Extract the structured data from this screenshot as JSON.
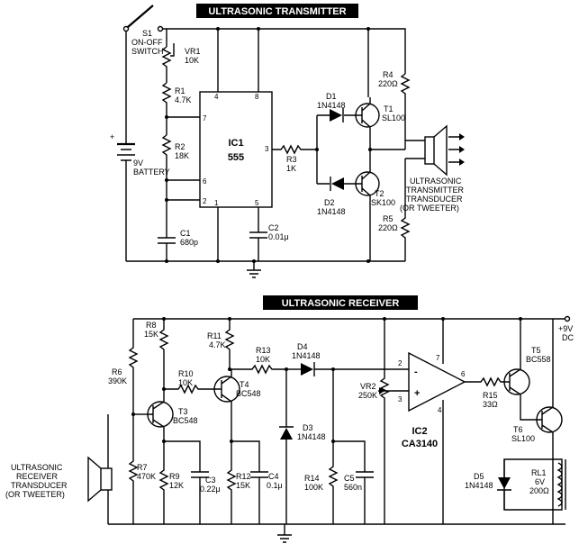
{
  "transmitter": {
    "title": "ULTRASONIC TRANSMITTER",
    "s1": [
      "S1",
      "ON-OFF",
      "SWITCH"
    ],
    "vr1": [
      "VR1",
      "10K"
    ],
    "r1": [
      "R1",
      "4.7K"
    ],
    "r2": [
      "R2",
      "18K"
    ],
    "battery": [
      "9V",
      "BATTERY"
    ],
    "c1": [
      "C1",
      "680p"
    ],
    "ic1": [
      "IC1",
      "555"
    ],
    "pins": [
      "4",
      "8",
      "7",
      "6",
      "2",
      "1",
      "5",
      "3"
    ],
    "r3": [
      "R3",
      "1K"
    ],
    "c2": [
      "C2",
      "0.01μ"
    ],
    "d1": [
      "D1",
      "1N4148"
    ],
    "d2": [
      "D2",
      "1N4148"
    ],
    "t1": [
      "T1",
      "SL100"
    ],
    "t2": [
      "T2",
      "SK100"
    ],
    "r4": [
      "R4",
      "220Ω"
    ],
    "r5": [
      "R5",
      "220Ω"
    ],
    "transducer": [
      "ULTRASONIC",
      "TRANSMITTER",
      "TRANSDUCER",
      "(OR TWEETER)"
    ]
  },
  "receiver": {
    "title": "ULTRASONIC RECEIVER",
    "r8": [
      "R8",
      "15K"
    ],
    "r6": [
      "R6",
      "390K"
    ],
    "r11": [
      "R11",
      "4.7K"
    ],
    "r10": [
      "R10",
      "10K"
    ],
    "t3": [
      "T3",
      "BC548"
    ],
    "t4": [
      "T4",
      "BC548"
    ],
    "r13": [
      "R13",
      "10K"
    ],
    "d4": [
      "D4",
      "1N4148"
    ],
    "d3": [
      "D3",
      "1N4148"
    ],
    "r7": [
      "R7",
      "470K"
    ],
    "r9": [
      "R9",
      "12K"
    ],
    "c3": [
      "C3",
      "0.22μ"
    ],
    "r12": [
      "R12",
      "15K"
    ],
    "c4": [
      "C4",
      "0.1μ"
    ],
    "r14": [
      "R14",
      "100K"
    ],
    "c5": [
      "C5",
      "560n"
    ],
    "vr2": [
      "VR2",
      "250K"
    ],
    "ic2": [
      "IC2",
      "CA3140"
    ],
    "ic2_pins": [
      "2",
      "3",
      "7",
      "4",
      "6"
    ],
    "ic2_signs": [
      "-",
      "+"
    ],
    "r15": [
      "R15",
      "33Ω"
    ],
    "t5": [
      "T5",
      "BC558"
    ],
    "t6": [
      "T6",
      "SL100"
    ],
    "d5": [
      "D5",
      "1N4148"
    ],
    "rl1": [
      "RL1",
      "6V",
      "200Ω"
    ],
    "supply": [
      "+9V",
      "DC"
    ],
    "transducer": [
      "ULTRASONIC",
      "RECEIVER",
      "TRANSDUCER",
      "(OR TWEETER)"
    ]
  }
}
